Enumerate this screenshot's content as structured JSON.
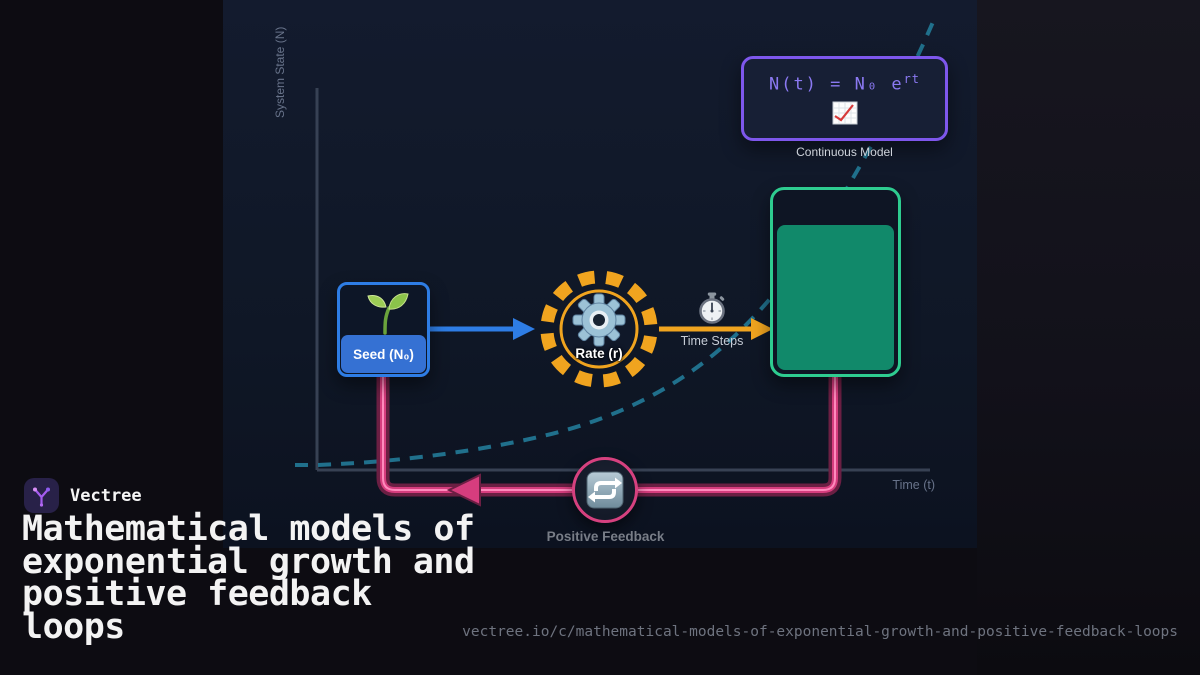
{
  "branding": {
    "name": "Vectree",
    "title": "Mathematical models of exponential growth and positive feedback loops",
    "url": "vectree.io/c/mathematical-models-of-exponential-growth-and-positive-feedback-loops"
  },
  "diagram": {
    "y_axis_label": "System State (N)",
    "x_axis_label": "Time (t)",
    "formula": {
      "base": "N(t) = N₀ e",
      "exponent": "rt",
      "caption": "Continuous Model",
      "icon": "chart-increasing-icon"
    },
    "nodes": {
      "seed": {
        "label": "Seed (N₀)",
        "icon": "seedling-icon"
      },
      "rate": {
        "label": "Rate (r)",
        "icon": "gear-icon"
      },
      "time_steps": {
        "label": "Time Steps",
        "icon": "stopwatch-icon"
      },
      "growth_tank": {
        "icon": "tank-shape",
        "fill_percent": 82
      },
      "feedback": {
        "label": "Positive Feedback",
        "icon": "repeat-icon"
      }
    },
    "colors": {
      "panel_bg": "#0f1726",
      "blue_accent": "#2e7de5",
      "orange_accent": "#f0a41f",
      "green_border": "#2ecc90",
      "green_fill": "#11896a",
      "pink_accent": "#e0447f",
      "purple_accent": "#7e57ec",
      "teal_curve": "#20708c"
    }
  }
}
